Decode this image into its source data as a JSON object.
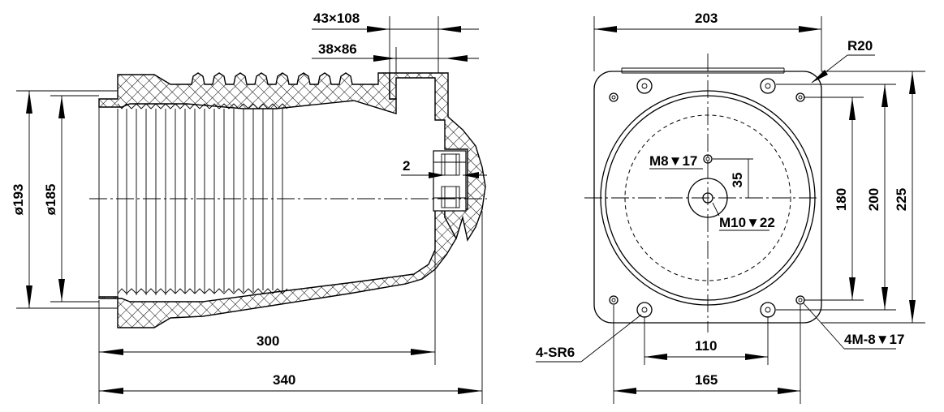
{
  "side_view": {
    "dims": {
      "shed_large": "43×108",
      "shed_small": "38×86",
      "dia_outer": "ø193",
      "dia_inner": "ø185",
      "insert": "2",
      "length_300": "300",
      "length_340": "340"
    }
  },
  "front_view": {
    "dims": {
      "width": "203",
      "radius": "R20",
      "bolt_top": "M8▼17",
      "offset": "35",
      "bolt_center": "M10▼22",
      "h180": "180",
      "h200": "200",
      "h225": "225",
      "slot": "4-SR6",
      "mount": "4M-8▼17",
      "w110": "110",
      "w165": "165"
    }
  }
}
